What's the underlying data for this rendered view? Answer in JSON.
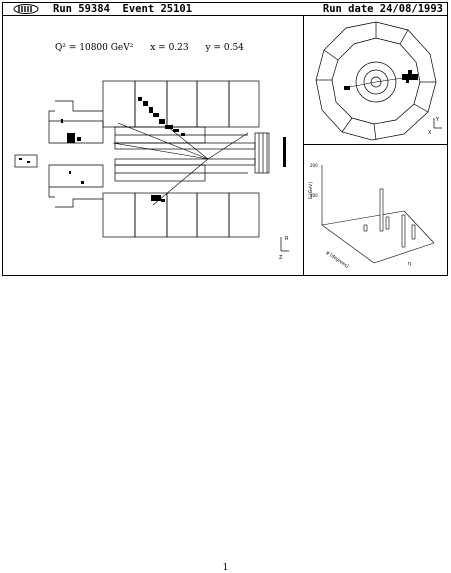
{
  "header": {
    "run_label": "Run 59384  Event 25101",
    "date_label": "Run date 24/08/1993"
  },
  "kinematics": {
    "q2": "Q² = 10800 GeV²",
    "x": "x = 0.23",
    "y": "y = 0.54"
  },
  "side_view": {
    "axis_z": "Z",
    "axis_r": "R"
  },
  "end_view": {
    "axis_x": "X",
    "axis_y": "Y"
  },
  "lego": {
    "axis_et": "Eₜ[GeV]",
    "axis_phi": "φ [degrees]",
    "axis_eta": "η",
    "tick_200": "200",
    "tick_100": "100"
  },
  "footer": {
    "page_number": "1"
  }
}
